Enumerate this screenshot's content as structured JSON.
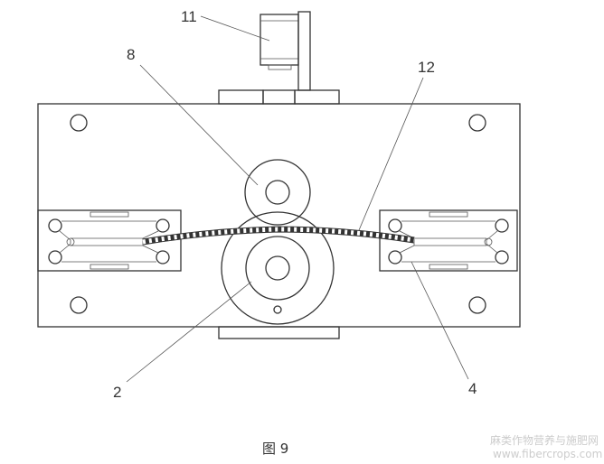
{
  "labels": {
    "motor": "11",
    "upper_roller": "8",
    "rope": "12",
    "lower_roller": "2",
    "clamp": "4"
  },
  "caption": "图 9",
  "watermark": {
    "line1": "麻类作物营养与施肥网",
    "line2": "www.fibercrops.com"
  }
}
